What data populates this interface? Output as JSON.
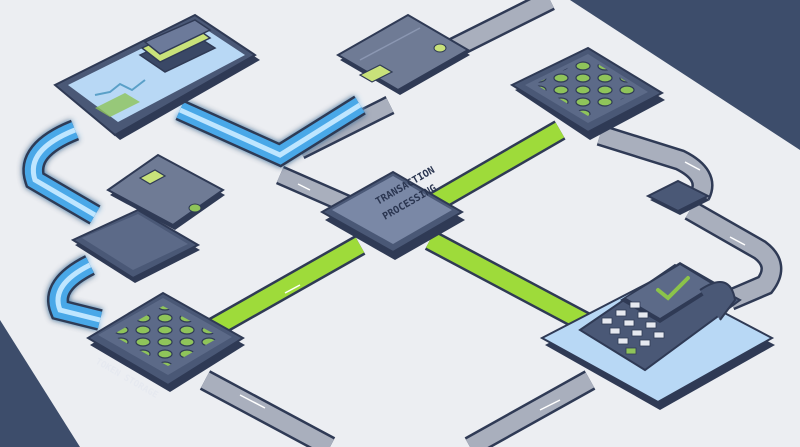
{
  "labels": {
    "transaction_processing_line1": "TRANSACTION",
    "transaction_processing_line2": "PROCESSING",
    "token_storage": "TOKEN STORAGE"
  },
  "colors": {
    "background": "#3d4d6b",
    "platform": "#eceef2",
    "node_dark": "#4a5876",
    "node_top": "#7a88a6",
    "node_outline": "#2f3a55",
    "track_gray": "#a9afbd",
    "track_blue": "#4aa8e8",
    "track_blue_glow": "#bfe6ff",
    "track_green": "#9edb3a",
    "chip_green": "#8fc45a",
    "check_green": "#8bc34a",
    "card_gray": "#6f7b95"
  }
}
